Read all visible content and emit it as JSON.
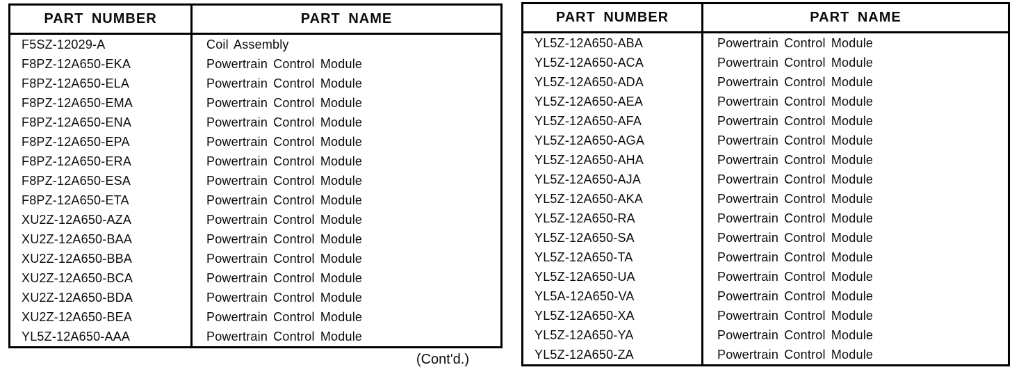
{
  "page": {
    "continued_label": "(Cont'd.)"
  },
  "colors": {
    "background": "#ffffff",
    "text": "#0b0b0b",
    "border": "#000000"
  },
  "tables": [
    {
      "headers": [
        "PART NUMBER",
        "PART NAME"
      ],
      "rows": [
        [
          "F5SZ-12029-A",
          "Coil Assembly"
        ],
        [
          "F8PZ-12A650-EKA",
          "Powertrain Control Module"
        ],
        [
          "F8PZ-12A650-ELA",
          "Powertrain Control Module"
        ],
        [
          "F8PZ-12A650-EMA",
          "Powertrain Control Module"
        ],
        [
          "F8PZ-12A650-ENA",
          "Powertrain Control Module"
        ],
        [
          "F8PZ-12A650-EPA",
          "Powertrain Control Module"
        ],
        [
          "F8PZ-12A650-ERA",
          "Powertrain Control Module"
        ],
        [
          "F8PZ-12A650-ESA",
          "Powertrain Control Module"
        ],
        [
          "F8PZ-12A650-ETA",
          "Powertrain Control Module"
        ],
        [
          "XU2Z-12A650-AZA",
          "Powertrain Control Module"
        ],
        [
          "XU2Z-12A650-BAA",
          "Powertrain Control Module"
        ],
        [
          "XU2Z-12A650-BBA",
          "Powertrain Control Module"
        ],
        [
          "XU2Z-12A650-BCA",
          "Powertrain Control Module"
        ],
        [
          "XU2Z-12A650-BDA",
          "Powertrain Control Module"
        ],
        [
          "XU2Z-12A650-BEA",
          "Powertrain Control Module"
        ],
        [
          "YL5Z-12A650-AAA",
          "Powertrain Control Module"
        ]
      ]
    },
    {
      "headers": [
        "PART NUMBER",
        "PART NAME"
      ],
      "rows": [
        [
          "YL5Z-12A650-ABA",
          "Powertrain Control Module"
        ],
        [
          "YL5Z-12A650-ACA",
          "Powertrain Control Module"
        ],
        [
          "YL5Z-12A650-ADA",
          "Powertrain Control Module"
        ],
        [
          "YL5Z-12A650-AEA",
          "Powertrain Control Module"
        ],
        [
          "YL5Z-12A650-AFA",
          "Powertrain Control Module"
        ],
        [
          "YL5Z-12A650-AGA",
          "Powertrain Control Module"
        ],
        [
          "YL5Z-12A650-AHA",
          "Powertrain Control Module"
        ],
        [
          "YL5Z-12A650-AJA",
          "Powertrain Control Module"
        ],
        [
          "YL5Z-12A650-AKA",
          "Powertrain Control Module"
        ],
        [
          "YL5Z-12A650-RA",
          "Powertrain Control Module"
        ],
        [
          "YL5Z-12A650-SA",
          "Powertrain Control Module"
        ],
        [
          "YL5Z-12A650-TA",
          "Powertrain Control Module"
        ],
        [
          "YL5Z-12A650-UA",
          "Powertrain Control Module"
        ],
        [
          "YL5A-12A650-VA",
          "Powertrain Control Module"
        ],
        [
          "YL5Z-12A650-XA",
          "Powertrain Control Module"
        ],
        [
          "YL5Z-12A650-YA",
          "Powertrain Control Module"
        ],
        [
          "YL5Z-12A650-ZA",
          "Powertrain Control Module"
        ]
      ]
    }
  ]
}
